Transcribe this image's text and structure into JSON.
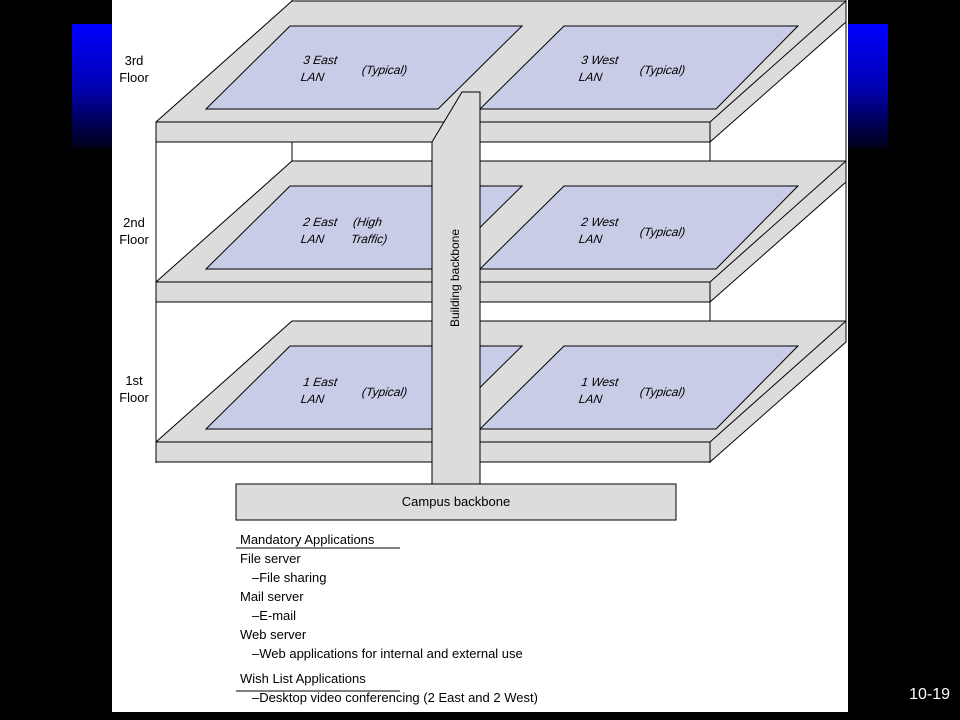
{
  "floors": [
    {
      "label": "3rd Floor"
    },
    {
      "label": "2nd Floor"
    },
    {
      "label": "1st Floor"
    }
  ],
  "lans": {
    "f3_east": {
      "name_line1": "3 East",
      "name_line2": "LAN",
      "note": "(Typical)"
    },
    "f3_west": {
      "name_line1": "3 West",
      "name_line2": "LAN",
      "note": "(Typical)"
    },
    "f2_east": {
      "name_line1": "2 East",
      "name_line2": "LAN",
      "note_line1": "(High",
      "note_line2": "Traffic)"
    },
    "f2_west": {
      "name_line1": "2 West",
      "name_line2": "LAN",
      "note": "(Typical)"
    },
    "f1_east": {
      "name_line1": "1 East",
      "name_line2": "LAN",
      "note": "(Typical)"
    },
    "f1_west": {
      "name_line1": "1 West",
      "name_line2": "LAN",
      "note": "(Typical)"
    }
  },
  "building_backbone_label": "Building backbone",
  "campus_backbone_label": "Campus backbone",
  "applications": {
    "mandatory_heading": "Mandatory Applications",
    "mandatory_items": [
      {
        "text": "File server",
        "indent": false
      },
      {
        "text": "–File sharing",
        "indent": true
      },
      {
        "text": "Mail server",
        "indent": false
      },
      {
        "text": "–E-mail",
        "indent": true
      },
      {
        "text": "Web server",
        "indent": false
      },
      {
        "text": "–Web applications for internal and external use",
        "indent": true
      }
    ],
    "wish_heading": "Wish List Applications",
    "wish_items": [
      {
        "text": "–Desktop video conferencing (2 East and 2 West)",
        "indent": true
      }
    ]
  },
  "slide_number": "10-19",
  "colors": {
    "slab": "#dcdcdc",
    "lan_zone": "#c8cce6",
    "title_band_top": "#0000ff",
    "background": "#000000"
  }
}
